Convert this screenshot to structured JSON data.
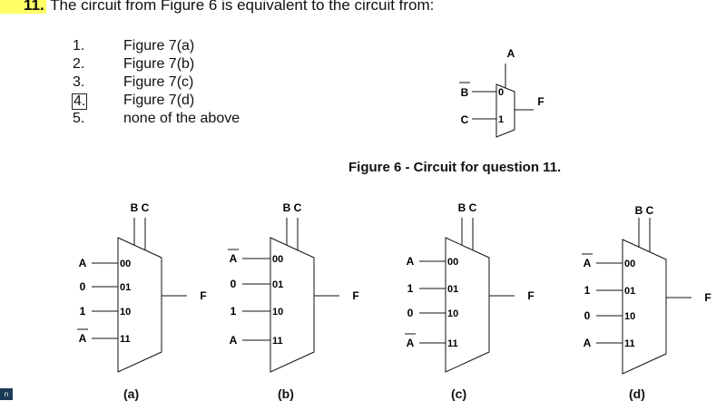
{
  "question": {
    "number": "11.",
    "text": "The circuit from Figure 6 is equivalent to the circuit from:"
  },
  "options": [
    {
      "num": "1.",
      "text": "Figure 7(a)",
      "selected": false
    },
    {
      "num": "2.",
      "text": "Figure 7(b)",
      "selected": false
    },
    {
      "num": "3.",
      "text": "Figure 7(c)",
      "selected": false
    },
    {
      "num": "4.",
      "text": "Figure 7(d)",
      "selected": true
    },
    {
      "num": "5.",
      "text": "none of the above",
      "selected": false
    }
  ],
  "figure6": {
    "caption": "Figure 6 - Circuit for question 11.",
    "select_label": "A",
    "inputs": [
      "B",
      "C"
    ],
    "input0_bar": true,
    "ports": [
      "0",
      "1"
    ],
    "output": "F"
  },
  "figure7": [
    {
      "caption": "(a)",
      "select": "B C",
      "inputs": [
        {
          "label": "A",
          "bar": false
        },
        {
          "label": "0",
          "bar": false
        },
        {
          "label": "1",
          "bar": false
        },
        {
          "label": "A",
          "bar": true
        }
      ],
      "output": "F"
    },
    {
      "caption": "(b)",
      "select": "B C",
      "inputs": [
        {
          "label": "A",
          "bar": true
        },
        {
          "label": "0",
          "bar": false
        },
        {
          "label": "1",
          "bar": false
        },
        {
          "label": "A",
          "bar": false
        }
      ],
      "output": "F"
    },
    {
      "caption": "(c)",
      "select": "B C",
      "inputs": [
        {
          "label": "A",
          "bar": false
        },
        {
          "label": "1",
          "bar": false
        },
        {
          "label": "0",
          "bar": false
        },
        {
          "label": "A",
          "bar": true
        }
      ],
      "output": "F"
    },
    {
      "caption": "(d)",
      "select": "B C",
      "inputs": [
        {
          "label": "A",
          "bar": true
        },
        {
          "label": "1",
          "bar": false
        },
        {
          "label": "0",
          "bar": false
        },
        {
          "label": "A",
          "bar": false
        }
      ],
      "output": "F"
    }
  ],
  "mux_ports": [
    "00",
    "01",
    "10",
    "11"
  ],
  "corner_label": "n"
}
